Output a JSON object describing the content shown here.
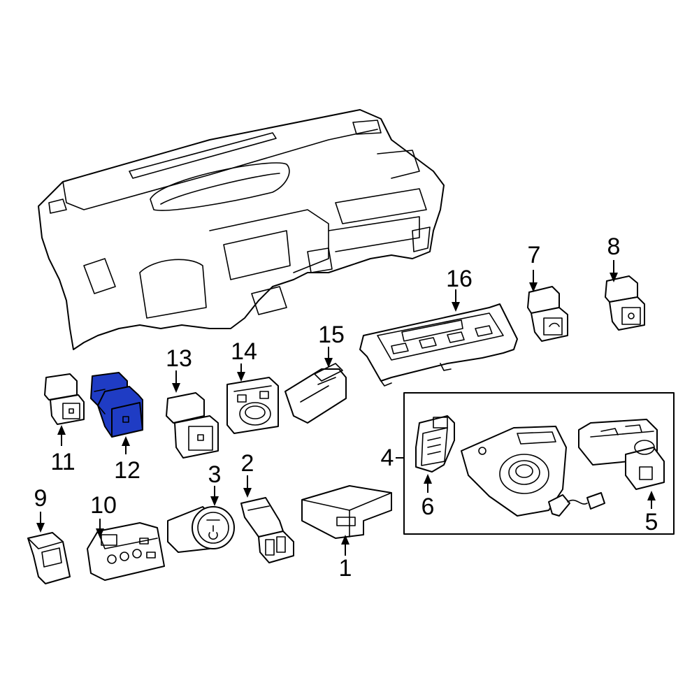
{
  "diagram": {
    "highlight_color": "#1f3cc4",
    "highlighted_part": "12",
    "callouts": [
      {
        "id": "c1",
        "label": "1"
      },
      {
        "id": "c2",
        "label": "2"
      },
      {
        "id": "c3",
        "label": "3"
      },
      {
        "id": "c4",
        "label": "4"
      },
      {
        "id": "c5",
        "label": "5"
      },
      {
        "id": "c6",
        "label": "6"
      },
      {
        "id": "c7",
        "label": "7"
      },
      {
        "id": "c8",
        "label": "8"
      },
      {
        "id": "c9",
        "label": "9"
      },
      {
        "id": "c10",
        "label": "10"
      },
      {
        "id": "c11",
        "label": "11"
      },
      {
        "id": "c12",
        "label": "12"
      },
      {
        "id": "c13",
        "label": "13"
      },
      {
        "id": "c14",
        "label": "14"
      },
      {
        "id": "c15",
        "label": "15"
      },
      {
        "id": "c16",
        "label": "16"
      }
    ]
  }
}
